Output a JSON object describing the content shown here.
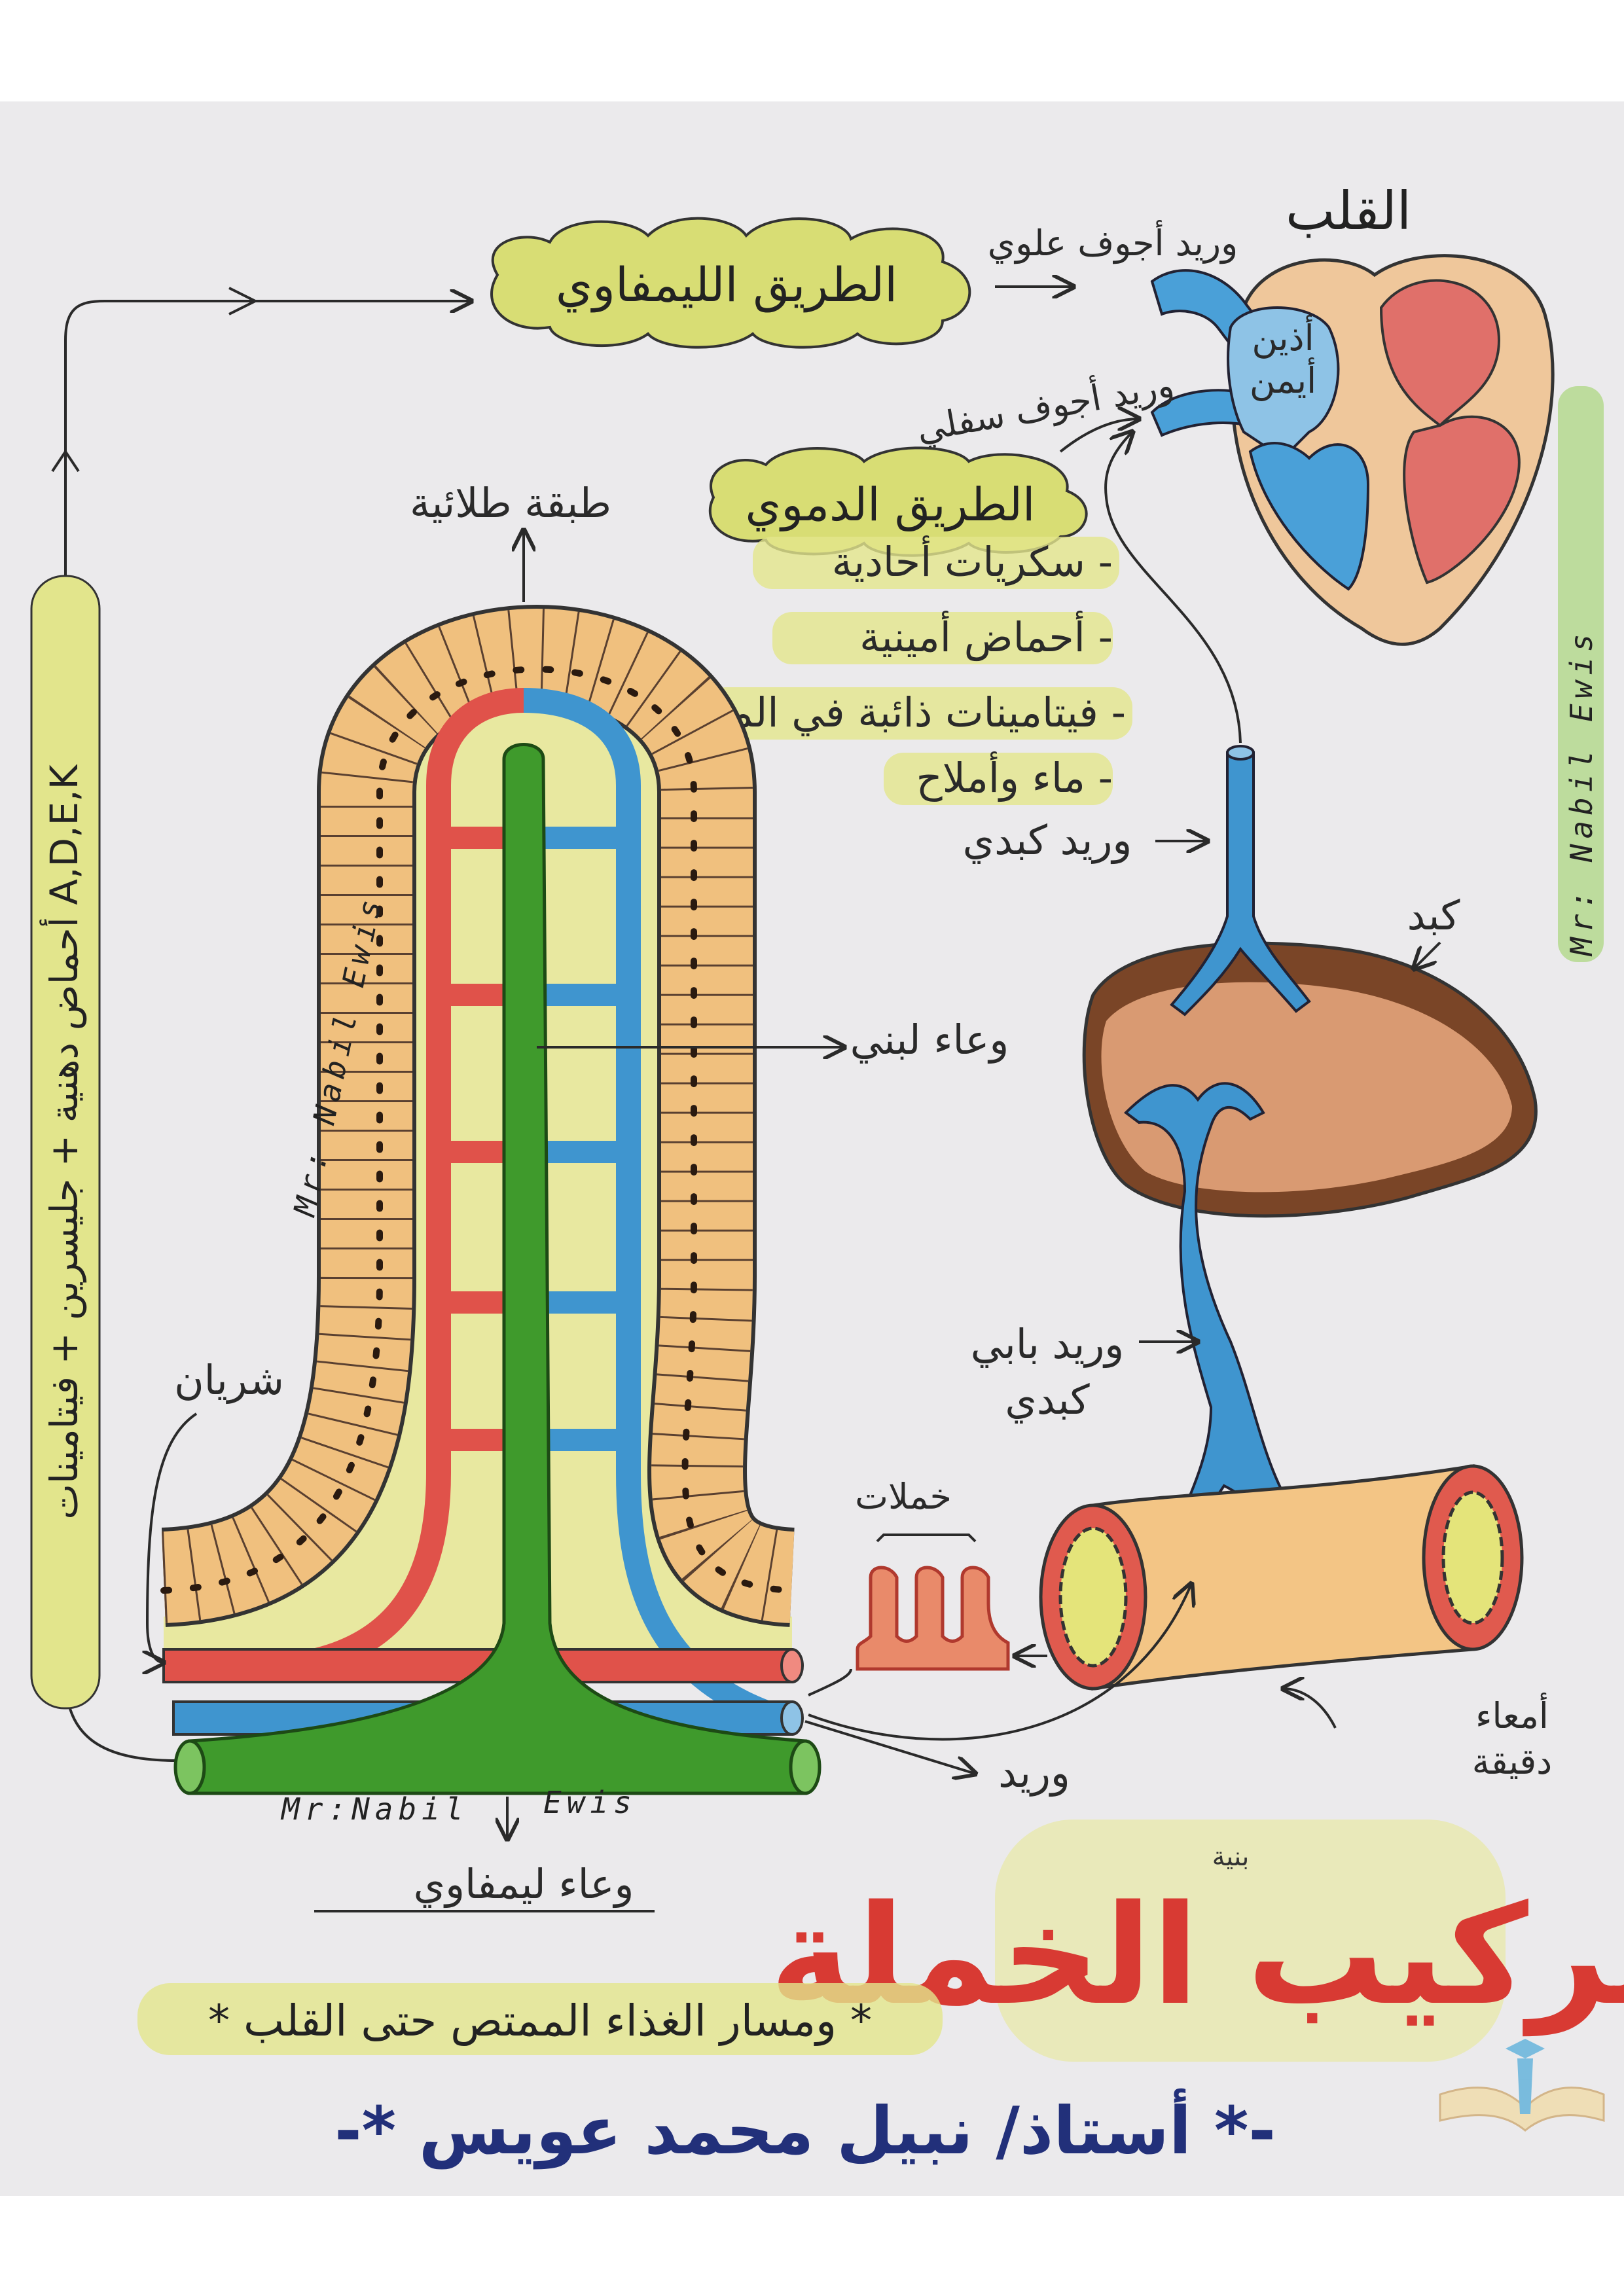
{
  "title": {
    "main": "تركيب الخملة",
    "small": "بنية",
    "subtitle": "* ومسار الغذاء الممتص حتى القلب *",
    "author": "-* أستاذ/ نبيل محمد عويس *-"
  },
  "lymph_route": {
    "title": "الطريق الليمفاوي",
    "products": "أحماض دهنية + جليسرين + فيتامينات A,D,E,K"
  },
  "blood_route": {
    "title": "الطريق الدموي",
    "items": [
      "- سكريات أحادية",
      "- أحماض أمينية",
      "- فيتامينات ذائبة في الماء",
      "- ماء وأملاح"
    ]
  },
  "heart": {
    "label": "القلب",
    "superior_vena_cava": "وريد أجوف علوي",
    "inferior_vena_cava": "وريد أجوف سفلي",
    "right_atrium_line1": "أذين",
    "right_atrium_line2": "أيمن"
  },
  "labels": {
    "epithelium": "طبقة طلائية",
    "lacteal": "وعاء لبني",
    "artery": "شريان",
    "vein": "وريد",
    "lymph_vessel": "وعاء ليمفاوي",
    "hepatic_vein": "وريد كبدي",
    "liver": "كبد",
    "portal_vein_line1": "وريد بابي",
    "portal_vein_line2": "كبدي",
    "villi": "خملات",
    "small_intestine_line1": "أمعاء",
    "small_intestine_line2": "دقيقة"
  },
  "signature": {
    "full": "Mr: Nabil Ewis",
    "part1": "Mr:Nabil",
    "part2": "Ewis"
  },
  "colors": {
    "paper": "#ebeaec",
    "yellow": "#e8e89a",
    "orange": "#f0c07e",
    "red": "#e0524a",
    "blue": "#3f95cf",
    "green": "#3f9a2c",
    "liver_brown": "#7a4527",
    "liver_fill": "#d99a72",
    "title_red": "#d83a33",
    "author_blue": "#22307a"
  }
}
